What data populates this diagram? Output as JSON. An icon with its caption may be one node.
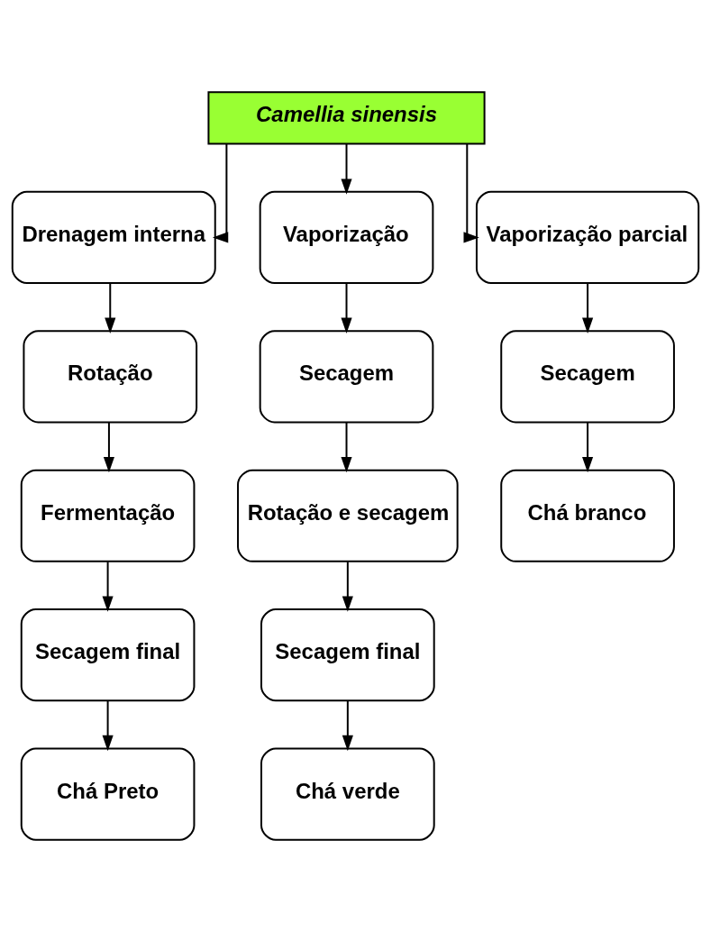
{
  "diagram": {
    "nodes": [
      {
        "text": [
          "Camellia sinensis"
        ]
      },
      {
        "text": [
          "Drenagem interna"
        ]
      },
      {
        "text": [
          "Vaporização"
        ]
      },
      {
        "text": [
          "Vaporização parcial"
        ]
      },
      {
        "text": [
          "Rotação"
        ]
      },
      {
        "text": [
          "Fermentação"
        ]
      },
      {
        "text": [
          "Secagem final"
        ]
      },
      {
        "text": [
          "Chá Preto"
        ]
      },
      {
        "text": [
          "Secagem"
        ]
      },
      {
        "text": [
          "Rotação e secagem"
        ]
      },
      {
        "text": [
          "Secagem final"
        ]
      },
      {
        "text": [
          "Chá verde"
        ]
      },
      {
        "text": [
          "Secagem"
        ]
      },
      {
        "text": [
          "Chá branco"
        ]
      }
    ],
    "edges": [
      {
        "from": 0,
        "to": 1,
        "arrow": "to"
      },
      {
        "from": 0,
        "to": 2,
        "arrow": "to"
      },
      {
        "from": 0,
        "to": 3,
        "arrow": "to"
      },
      {
        "from": 1,
        "to": 4,
        "arrow": "to"
      },
      {
        "from": 4,
        "to": 5,
        "arrow": "to"
      },
      {
        "from": 5,
        "to": 6,
        "arrow": "to"
      },
      {
        "from": 6,
        "to": 7,
        "arrow": "to"
      },
      {
        "from": 2,
        "to": 8,
        "arrow": "to"
      },
      {
        "from": 8,
        "to": 9,
        "arrow": "to"
      },
      {
        "from": 9,
        "to": 10,
        "arrow": "to"
      },
      {
        "from": 10,
        "to": 11,
        "arrow": "to"
      },
      {
        "from": 3,
        "to": 12,
        "arrow": "to"
      },
      {
        "from": 12,
        "to": 13,
        "arrow": "to"
      }
    ]
  }
}
